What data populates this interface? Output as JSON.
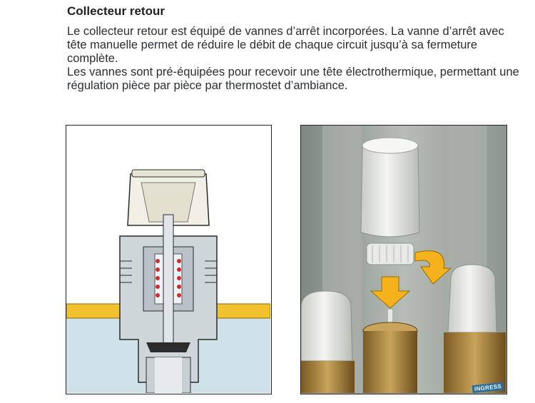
{
  "section": {
    "title": "Collecteur retour",
    "paragraphs": [
      "Le collecteur retour est équipé de vannes d’arrêt incorporées. La vanne d’arrêt avec tête manuelle permet de réduire le débit de chaque circuit jusqu’à sa fermeture complète.",
      "Les vannes sont pré-équipées pour recevoir une tête électrothermique, permettant une régulation pièce par pièce par thermostet d’ambiance."
    ]
  },
  "figures": {
    "cutaway": {
      "name": "valve-cutaway-diagram"
    },
    "photo": {
      "name": "electrothermal-head-photo",
      "stamp_text": "INGRESS"
    }
  },
  "colors": {
    "brass_yellow": "#f2c12e",
    "fluid_blue": "#cfe2ea",
    "spring_red": "#d9262b",
    "arrow_orange": "#f5b21c",
    "head_white": "#f2f2ee",
    "background_grey": "#9aa29c"
  }
}
